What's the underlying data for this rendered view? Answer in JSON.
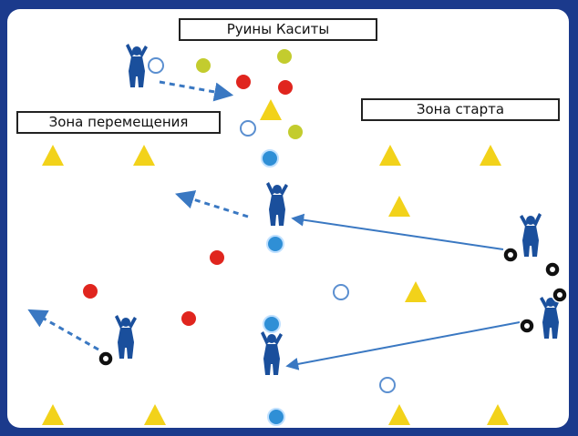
{
  "labels": {
    "ruins": "Руины Каситы",
    "move_zone": "Зона перемещения",
    "start_zone": "Зона старта"
  },
  "colors": {
    "field": "#ffffff",
    "frame": "#1b3a8c",
    "cone": "#f2d21a",
    "marker_red": "#e0251e",
    "marker_lime": "#c3cc2e",
    "marker_blue": "#2f8fd6",
    "marker_white_ring": "#5b8fd0",
    "player": "#1a4f9c",
    "ball": "#111111",
    "arrow": "#3a78c2"
  },
  "legend_icons": [
    "cone-icon",
    "marker-icon",
    "player-icon",
    "ball-icon",
    "arrow-icon"
  ]
}
